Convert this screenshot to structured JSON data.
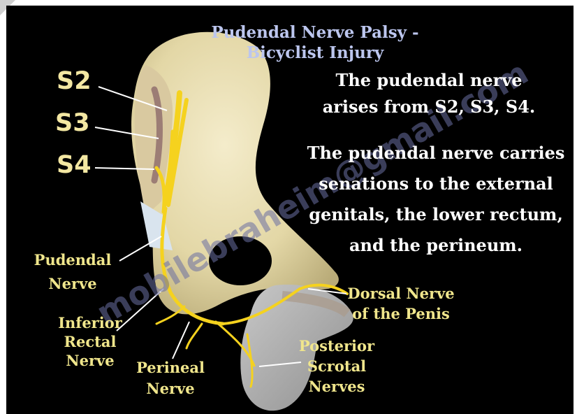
{
  "title": {
    "line1": "Pudendal Nerve Palsy -",
    "line2": "Bicyclist Injury"
  },
  "text_blocks": [
    {
      "line1": "The pudendal nerve",
      "line2": "arises from S2, S3, S4."
    },
    {
      "line1": "The pudendal nerve carries",
      "line2": "senations to the external",
      "line3": "genitals, the lower rectum,",
      "line4": "and the perineum."
    }
  ],
  "segments": [
    "S2",
    "S3",
    "S4"
  ],
  "labels": {
    "pudendal": {
      "line1": "Pudendal",
      "line2": "Nerve"
    },
    "inferior_rectal": {
      "line1": "Inferior",
      "line2": "Rectal",
      "line3": "Nerve"
    },
    "perineal": {
      "line1": "Perineal",
      "line2": "Nerve"
    },
    "dorsal": {
      "line1": "Dorsal Nerve",
      "line2": "of the Penis"
    },
    "posterior_scrotal": {
      "line1": "Posterior",
      "line2": "Scrotal",
      "line3": "Nerves"
    }
  },
  "watermark": "mobilebraheim@gmail.com",
  "colors": {
    "background": "#000000",
    "title": "#bcc6ee",
    "body_text": "#ffffff",
    "label": "#f0e68c",
    "nerve": "#f5d21e",
    "bone": "#e6dcb2"
  }
}
